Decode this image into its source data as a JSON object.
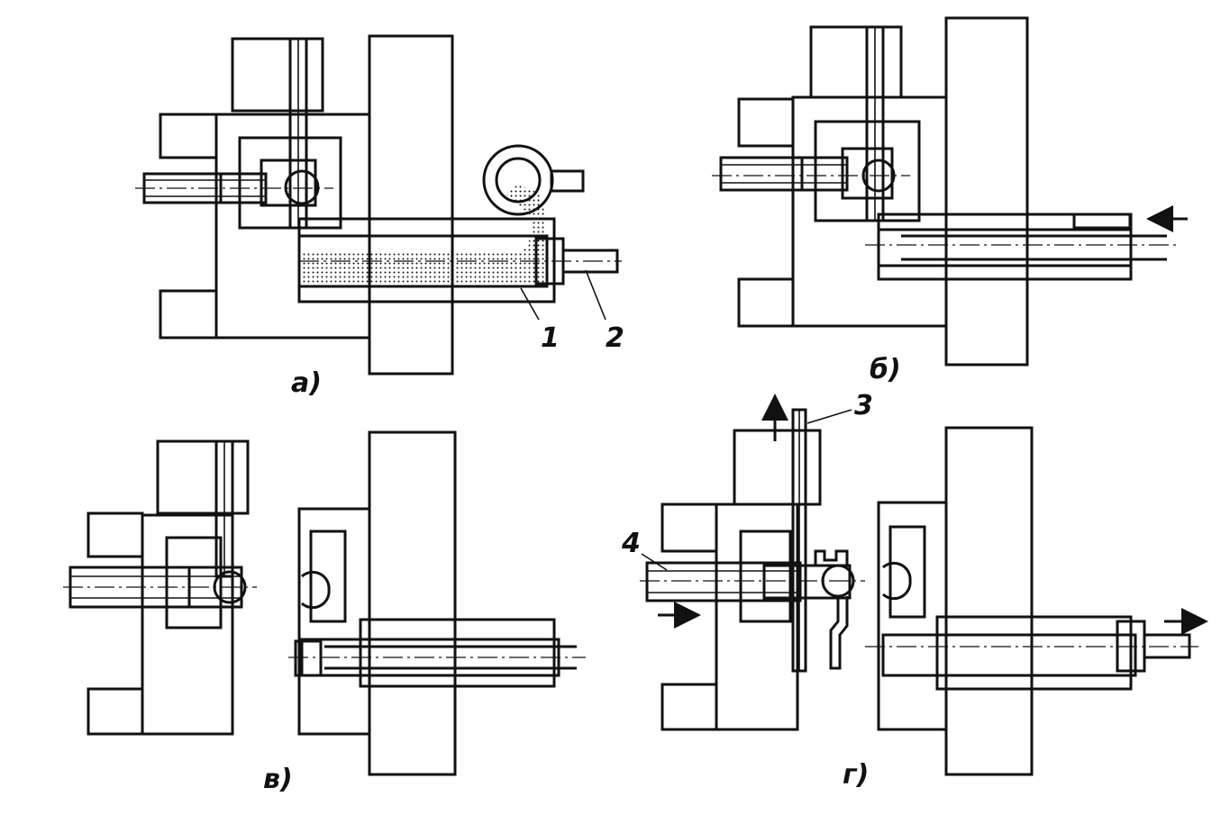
{
  "panels": [
    {
      "id": "a",
      "caption": "а)"
    },
    {
      "id": "b",
      "caption": "б)"
    },
    {
      "id": "v",
      "caption": "в)"
    },
    {
      "id": "g",
      "caption": "г)"
    }
  ],
  "callouts": {
    "c1": "1",
    "c2": "2",
    "c3": "3",
    "c4": "4"
  }
}
